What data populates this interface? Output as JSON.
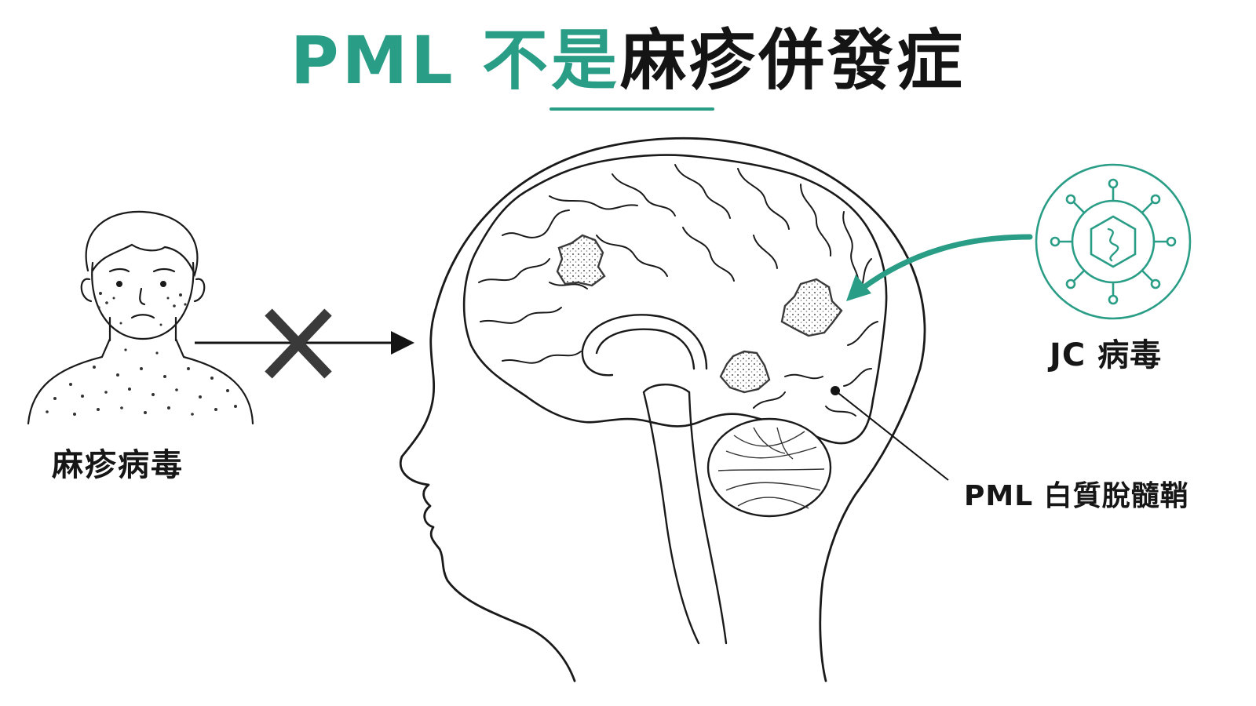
{
  "title": {
    "part1": "PML 不是",
    "part2": "麻疹併發症"
  },
  "labels": {
    "measles_virus": "麻疹病毒",
    "jc_virus": "JC 病毒",
    "pml_lesion": "PML 白質脫髓鞘"
  },
  "colors": {
    "accent": "#2a9d86",
    "ink": "#141414",
    "cross": "#3a3a3a"
  },
  "icons": {
    "blocked": "x-mark-icon",
    "virus": "virus-icon"
  }
}
